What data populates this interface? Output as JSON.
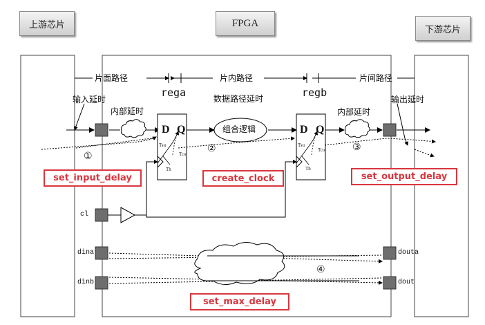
{
  "blocks": {
    "upstream": "上游芯片",
    "fpga": "FPGA",
    "downstream": "下游芯片"
  },
  "paths": {
    "board_path": "片面路径",
    "internal_path": "片内路径",
    "inter_chip_path": "片间路径"
  },
  "registers": {
    "rega": "rega",
    "regb": "regb"
  },
  "delays": {
    "input_delay": "输入延时",
    "internal_delay_in": "内部延时",
    "data_path_delay": "数据路径延时",
    "internal_delay_out": "内部延时",
    "output_delay": "输出延时"
  },
  "logic": "组合逻辑",
  "flipflop": {
    "d": "D",
    "q": "Q",
    "tsu": "Tsu",
    "tco": "Tco",
    "th": "Th"
  },
  "markers": {
    "m1": "①",
    "m2": "②",
    "m3": "③",
    "m4": "④"
  },
  "constraints": {
    "set_input_delay": "set_input_delay",
    "create_clock": "create_clock",
    "set_output_delay": "set_output_delay",
    "set_max_delay": "set_max_delay"
  },
  "ports": {
    "clk": "cl",
    "dina": "dina",
    "dinb": "dinb",
    "douta": "douta",
    "doutb": "dout"
  }
}
